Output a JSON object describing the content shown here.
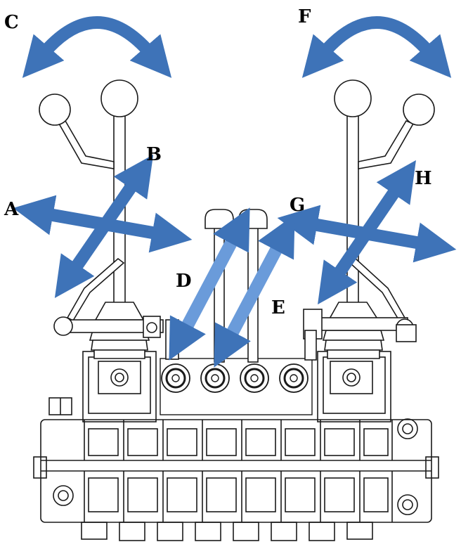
{
  "labels": {
    "a": "A",
    "b": "B",
    "c": "C",
    "d": "D",
    "e": "E",
    "f": "F",
    "g": "G",
    "h": "H"
  },
  "colors": {
    "arrow_dark": "#3E73B8",
    "arrow_light": "#6A9BDA",
    "arrow_stroke": "#2B5A94",
    "line": "#1A1A1A"
  }
}
